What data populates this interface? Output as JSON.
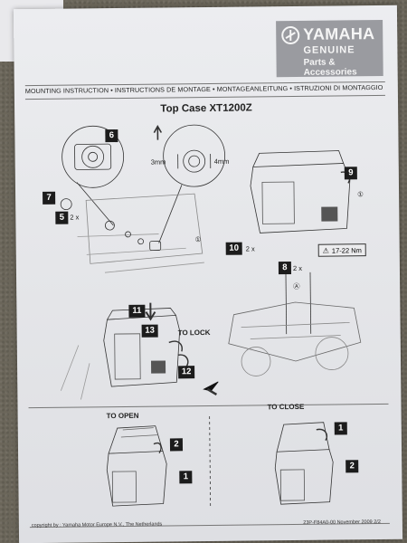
{
  "brand": {
    "name": "YAMAHA",
    "sub1": "GENUINE",
    "sub2": "Parts & Accessories"
  },
  "instructions_bar": "MOUNTING INSTRUCTION • INSTRUCTIONS DE MONTAGE • MONTAGEANLEITUNG • ISTRUZIONI DI MONTAGGIO",
  "title": "Top Case XT1200Z",
  "steps": {
    "s6": "6",
    "s7": "7",
    "s5": "5",
    "s9": "9",
    "s10": "10",
    "s8": "8",
    "s11": "11",
    "s13": "13",
    "s12": "12",
    "o1": "1",
    "o2": "2",
    "c1": "1",
    "c2": "2"
  },
  "labels": {
    "qty2x_a": "2 x",
    "qty2x_b": "2 x",
    "qty2x_c": "2 x",
    "gap_left": "3mm",
    "gap_right": "4mm",
    "torque": "17-22 Nm",
    "to_lock": "TO LOCK",
    "to_open": "TO OPEN",
    "to_close": "TO CLOSE",
    "circ1": "①",
    "circA": "Ⓐ"
  },
  "footer": {
    "copyright": "copyright by :  Yamaha Motor Europe N.V., The Netherlands",
    "docnum": "23P-F84A0-00   November 2009 2/2"
  }
}
